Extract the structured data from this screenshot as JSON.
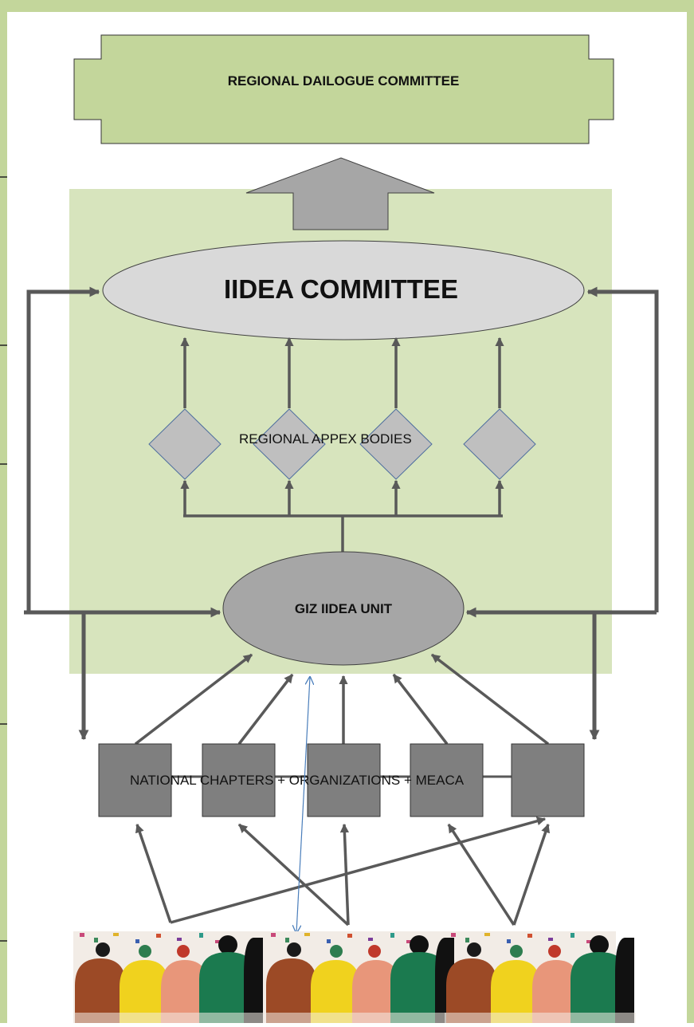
{
  "diagram": {
    "top_box_label": "REGIONAL DAILOGUE COMMITTEE",
    "committee_label": "IIDEA COMMITTEE",
    "apex_label": "REGIONAL APPEX BODIES",
    "unit_label": "GIZ IIDEA UNIT",
    "chapters_label": "NATIONAL CHAPTERS + ORGANIZATIONS + MEACA",
    "apex_count": 4,
    "chapter_count": 5,
    "people_panel_count": 3
  },
  "colors": {
    "page_border": "#c3d69b",
    "panel": "#d7e4bd",
    "top_box": "#c3d69b",
    "ellipse_light": "#d9d9d9",
    "ellipse_dark": "#a6a6a6",
    "diamond": "#bfbfbf",
    "square": "#7f7f7f",
    "arrow": "#595959",
    "thin_arrow": "#4a7ebb"
  }
}
